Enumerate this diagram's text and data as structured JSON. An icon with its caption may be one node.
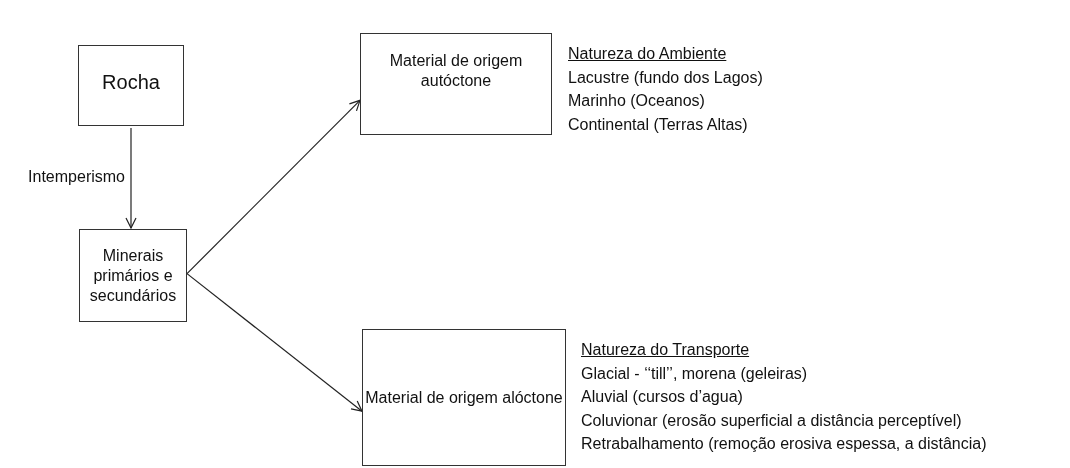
{
  "diagram": {
    "nodes": [
      {
        "text": [
          "Rocha"
        ]
      },
      {
        "text": [
          "Minerais primários e secundários"
        ]
      },
      {
        "text": [
          "Material de origem autóctone"
        ],
        "beside": [
          "Natureza do Ambiente",
          "Lacustre (fundo dos Lagos)",
          "Marinho (Oceanos)",
          "Continental (Terras Altas)"
        ]
      },
      {
        "text": [
          "Material de origem alóctone"
        ],
        "beside": [
          "Natureza do Transporte",
          "Glacial - ‘‘till’’, morena (geleiras)",
          "Aluvial (cursos d’agua)",
          "Coluvionar (erosão superficial a distância perceptível)",
          "Retrabalhamento (remoção erosiva espessa, a distância)"
        ]
      }
    ],
    "edges": [
      {
        "from": 0,
        "to": 1,
        "arrow": "to",
        "label": "Intemperismo"
      },
      {
        "from": 1,
        "to": 2,
        "arrow": "to"
      },
      {
        "from": 1,
        "to": 3,
        "arrow": "to"
      }
    ]
  }
}
